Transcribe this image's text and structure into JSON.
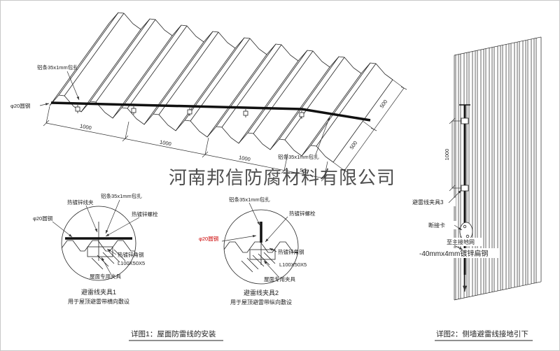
{
  "watermark": "河南邦信防腐材料有限公司",
  "main": {
    "caption": "详图1：屋面防雷线的安装",
    "label_strip": "铝条35x1mm包扎",
    "label_rod": "φ20圆钢",
    "dims_bottom": [
      "1000",
      "1000",
      "1000",
      "500"
    ],
    "dims_right": [
      "500",
      "500"
    ]
  },
  "detail1": {
    "title": "避雷线夹具1",
    "subtitle": "用于屋顶避雷带横向敷设",
    "labels": {
      "wire_clamp": "热镀锌线夹",
      "strip": "铝条35x1mm包扎",
      "bolt": "热镀锌螺栓",
      "rod": "φ20圆钢",
      "angle": "热镀锌角钢",
      "angle_spec": "L100X50X5",
      "fixture": "屋面专用夹具"
    }
  },
  "detail2": {
    "title": "避雷线夹具2",
    "subtitle": "用于屋顶避雷带纵向敷设",
    "labels": {
      "strip": "铝条35x1mm包扎",
      "bolt": "热镀锌螺栓",
      "rod": "φ20圆钢",
      "angle": "热镀锌角钢",
      "angle_spec": "L100X50X5",
      "fixture": "屋面专用夹具"
    }
  },
  "wall": {
    "caption": "详图2：侧墙避雷线接地引下",
    "dim": "1000",
    "label_clamp": "避雷线夹具3",
    "label_card": "断接卡",
    "label_ground": "至主接地网",
    "label_steel": "-40mmx4mm镀锌扁钢"
  },
  "colors": {
    "line": "#222222",
    "red_label": "#cc0000",
    "watermark": "#9a9a9a"
  }
}
